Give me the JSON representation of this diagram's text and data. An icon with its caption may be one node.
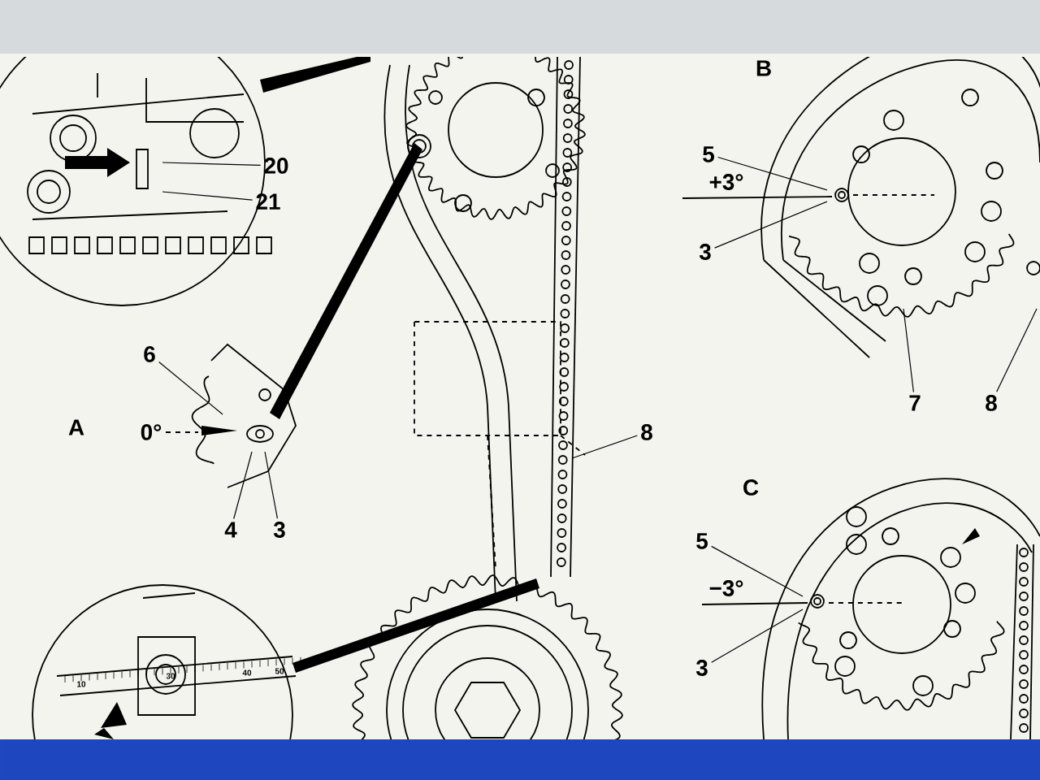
{
  "diagram": {
    "nodes": [
      {
        "text": [
          "20"
        ]
      },
      {
        "text": [
          "21"
        ]
      },
      {
        "text": [
          "6"
        ]
      },
      {
        "text": [
          "4"
        ]
      },
      {
        "text": [
          "3"
        ]
      },
      {
        "text": [
          "5"
        ]
      },
      {
        "text": [
          "3"
        ]
      },
      {
        "text": [
          "7"
        ]
      },
      {
        "text": [
          "8"
        ]
      },
      {
        "text": [
          "8"
        ]
      },
      {
        "text": [
          "5"
        ]
      },
      {
        "text": [
          "3"
        ]
      }
    ],
    "edges": [
      {
        "from": 0,
        "to": null,
        "arrow": "none"
      },
      {
        "from": 1,
        "to": null,
        "arrow": "none"
      },
      {
        "from": 2,
        "to": null,
        "arrow": "none"
      },
      {
        "from": 3,
        "to": null,
        "arrow": "none"
      },
      {
        "from": 4,
        "to": null,
        "arrow": "none"
      },
      {
        "from": 5,
        "to": null,
        "arrow": "none"
      },
      {
        "from": 6,
        "to": null,
        "arrow": "none"
      },
      {
        "from": 7,
        "to": null,
        "arrow": "none"
      },
      {
        "from": 8,
        "to": null,
        "arrow": "none"
      },
      {
        "from": 9,
        "to": null,
        "arrow": "none"
      },
      {
        "from": 10,
        "to": null,
        "arrow": "none"
      },
      {
        "from": 11,
        "to": null,
        "arrow": "none"
      }
    ],
    "labels": [
      "B",
      "+3°",
      "A",
      "0°",
      "C",
      "−3°",
      "10",
      "30",
      "40",
      "50"
    ]
  }
}
